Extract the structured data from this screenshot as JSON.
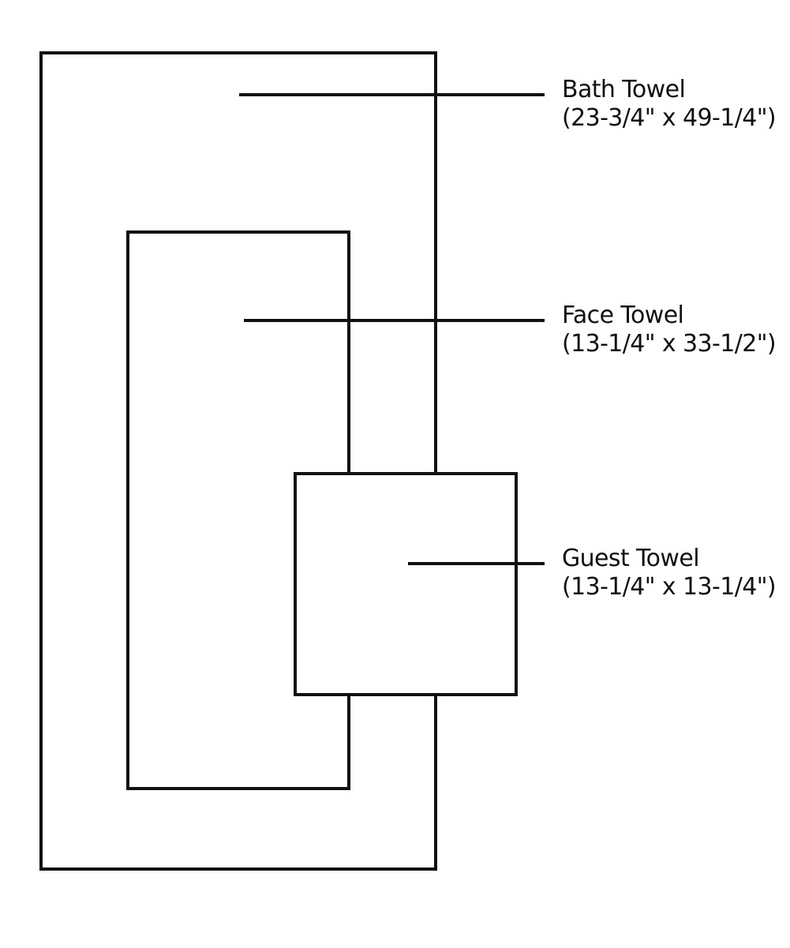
{
  "colors": {
    "stroke": "#111111",
    "background": "#ffffff"
  },
  "towels": [
    {
      "name": "Bath Towel",
      "dimensions": "(23-3/4\" x 49-1/4\")"
    },
    {
      "name": "Face Towel",
      "dimensions": "(13-1/4\" x 33-1/2\")"
    },
    {
      "name": "Guest Towel",
      "dimensions": "(13-1/4\" x 13-1/4\")"
    }
  ]
}
